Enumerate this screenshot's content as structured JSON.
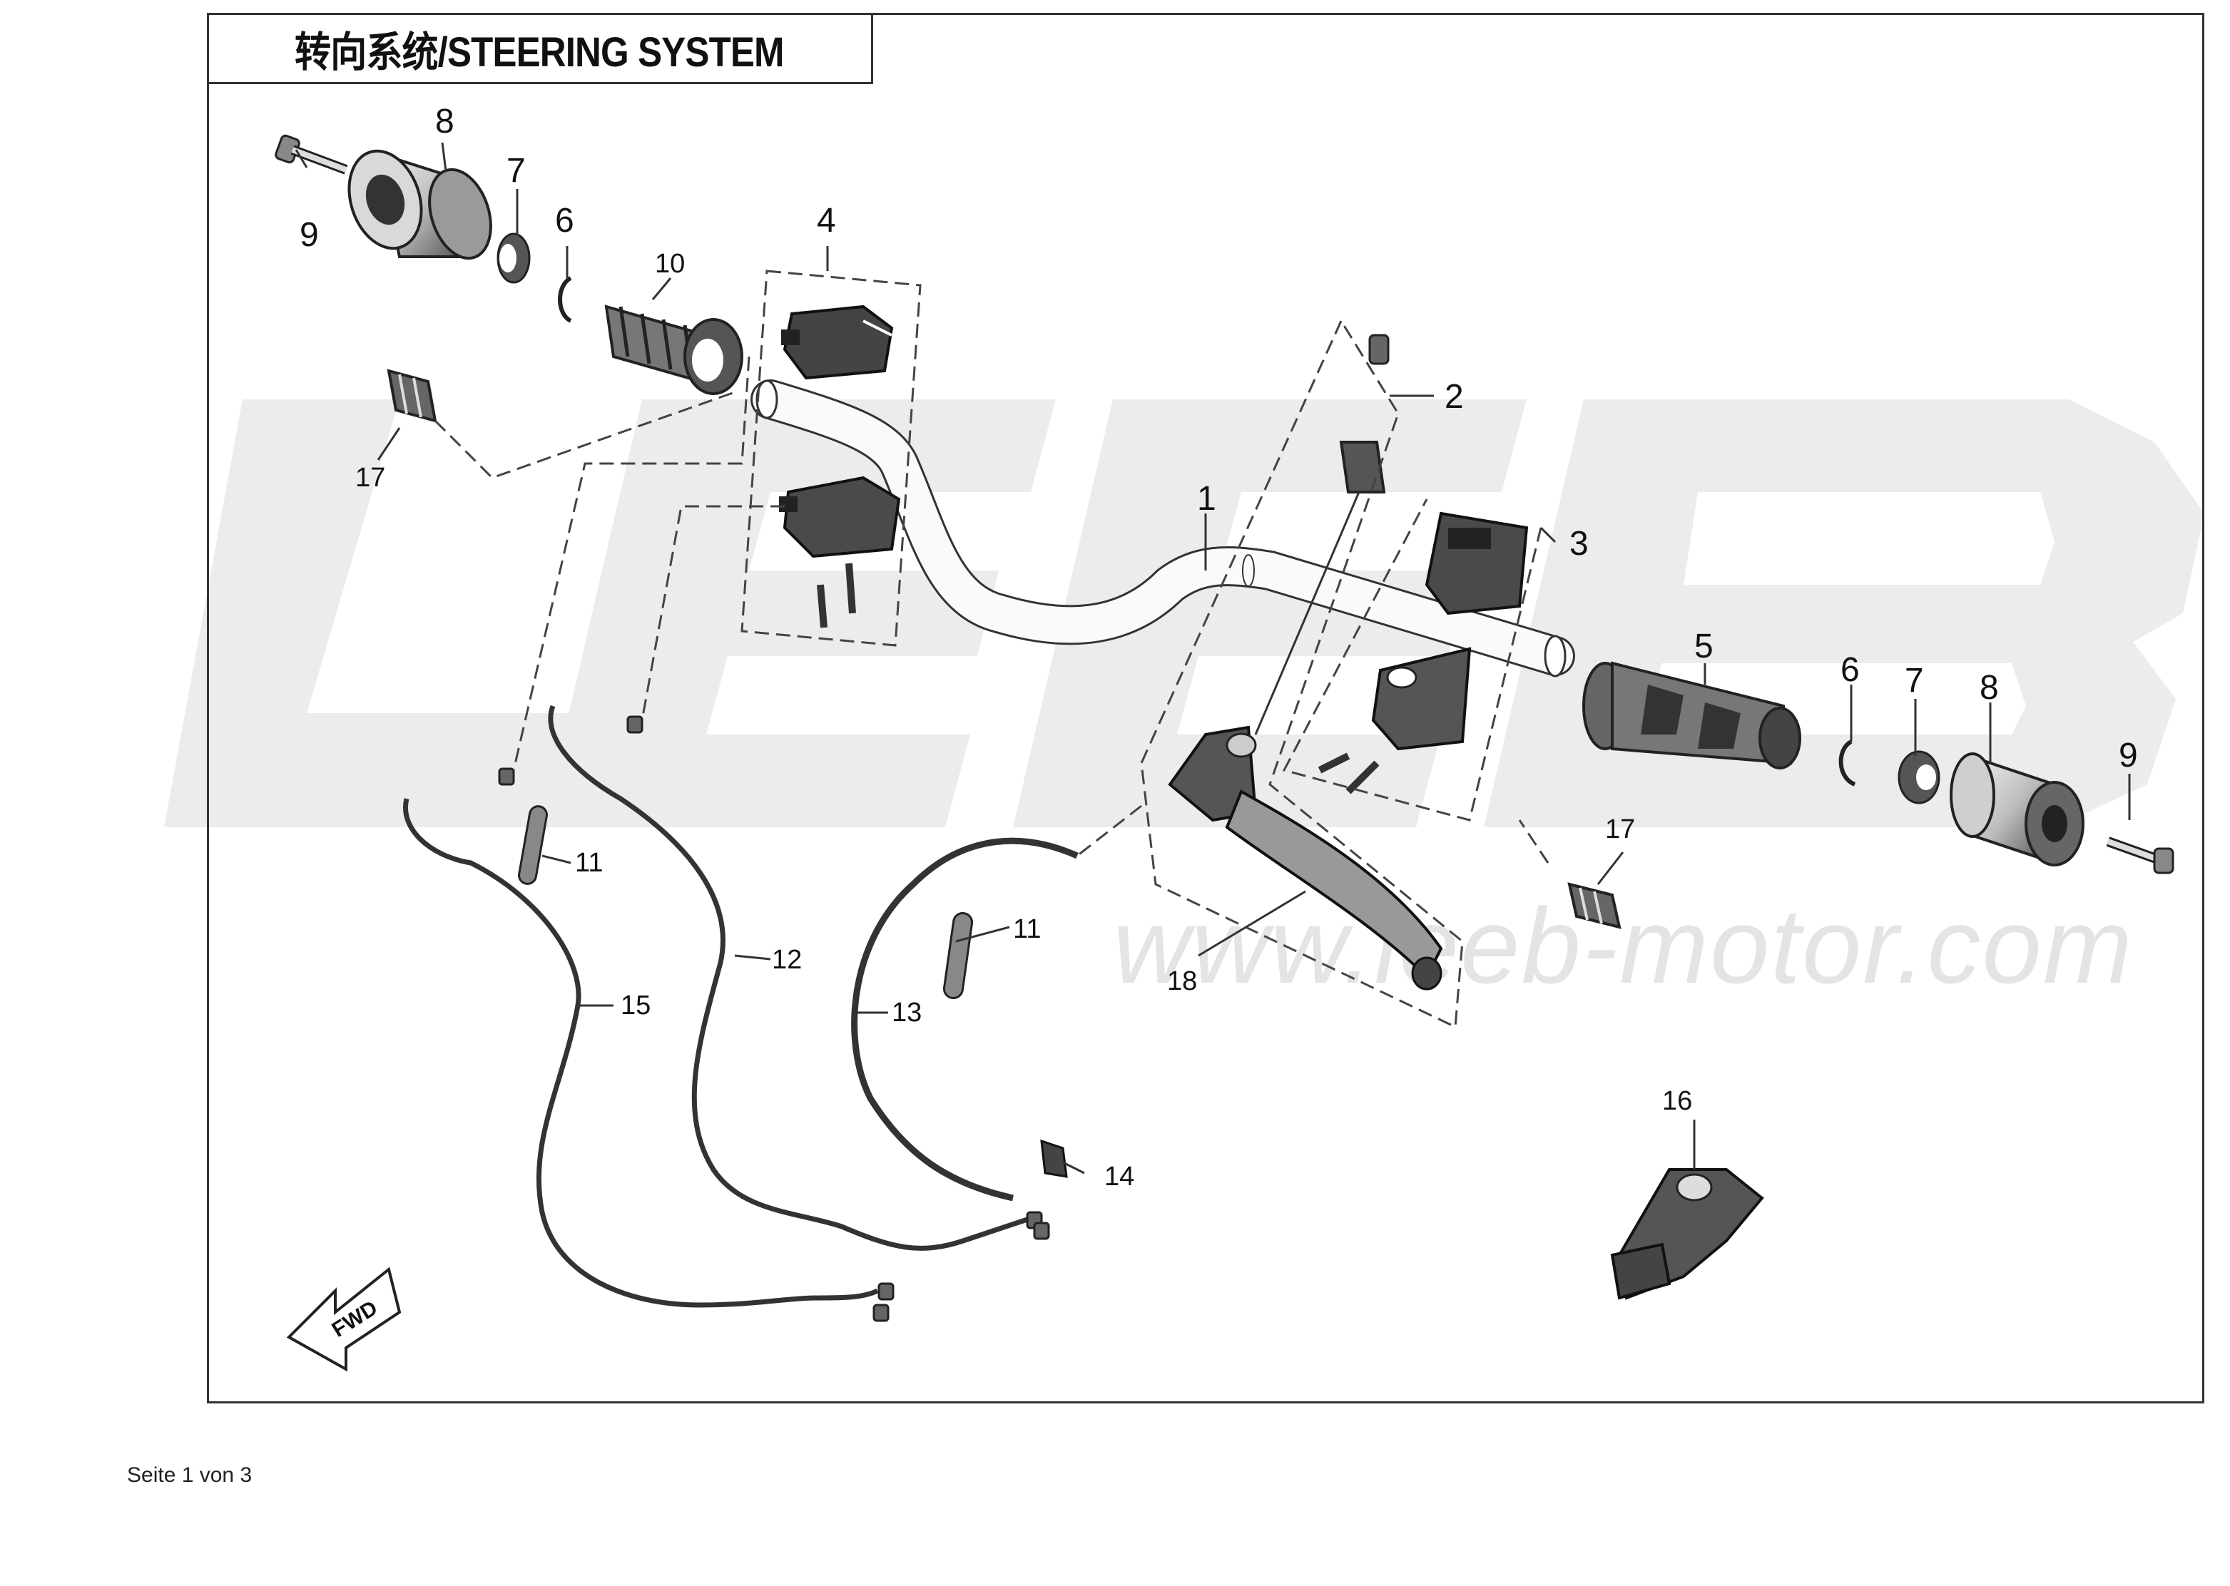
{
  "title": "转向系统/STEERING SYSTEM",
  "watermark": {
    "logo": "LEEB",
    "url": "www.leeb-motor.com"
  },
  "footer": {
    "page_info": "Seite 1 von 3"
  },
  "fwd_label": "FWD",
  "colors": {
    "line": "#333333",
    "part_dark": "#2a2a2a",
    "part_mid": "#777777",
    "part_light": "#cfcfcf",
    "watermark": "#e6e6e6"
  },
  "callouts": [
    "1",
    "2",
    "3",
    "4",
    "5",
    "6",
    "6",
    "7",
    "7",
    "8",
    "8",
    "9",
    "9",
    "10",
    "11",
    "11",
    "12",
    "13",
    "14",
    "15",
    "16",
    "17",
    "17",
    "18"
  ]
}
